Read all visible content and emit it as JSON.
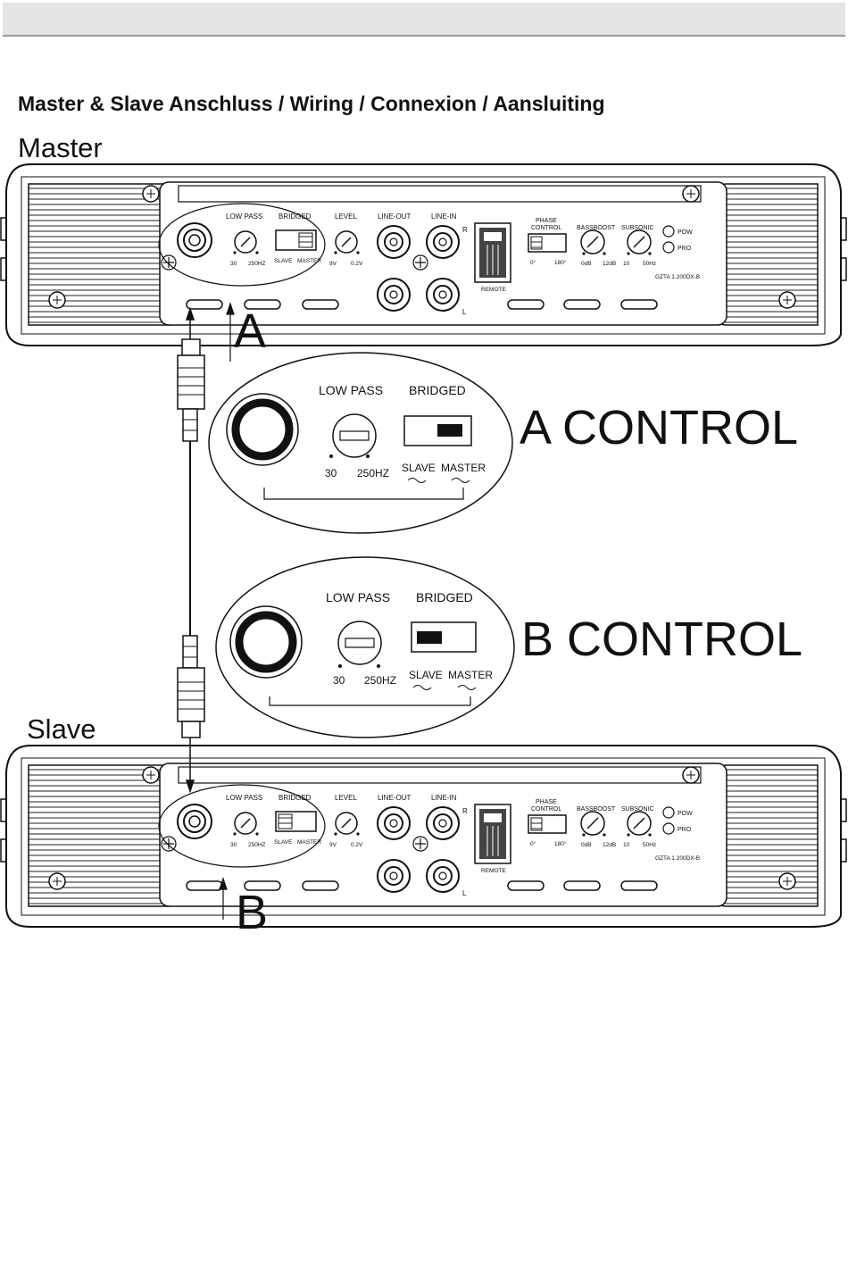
{
  "header": {
    "title": "Master & Slave Anschluss / Wiring / Connexion / Aansluiting"
  },
  "master_label": "Master",
  "slave_label": "Slave",
  "callouts": {
    "a": "A",
    "b": "B"
  },
  "amp": {
    "low_pass": "LOW PASS",
    "bridged": "BRIDGED",
    "level": "LEVEL",
    "line_out": "LINE-OUT",
    "line_in": "LINE-IN",
    "phase_control_1": "PHASE",
    "phase_control_2": "CONTROL",
    "bass_boost": "BASSBOOST",
    "subsonic": "SUBSONIC",
    "lp_min": "30",
    "lp_max": "250HZ",
    "slave": "SLAVE",
    "master": "MASTER",
    "level_min": "9V",
    "level_max": "0.2V",
    "phase_min": "0°",
    "phase_max": "180°",
    "bb_min": "0dB",
    "bb_max": "12dB",
    "sub_min": "10",
    "sub_max": "50Hz",
    "remote": "REMOTE",
    "pow": "POW",
    "pro": "PRO",
    "right": "R",
    "left": "L",
    "model": "GZTA 1.200DX-B"
  },
  "detail": {
    "low_pass": "LOW  PASS",
    "bridged": "BRIDGED",
    "lp_min": "30",
    "lp_max": "250HZ",
    "slave": "SLAVE",
    "master": "MASTER"
  },
  "a_control": "A  CONTROL",
  "b_control": "B  CONTROL",
  "colors": {
    "ink": "#111111",
    "bar": "#e4e4e4"
  }
}
